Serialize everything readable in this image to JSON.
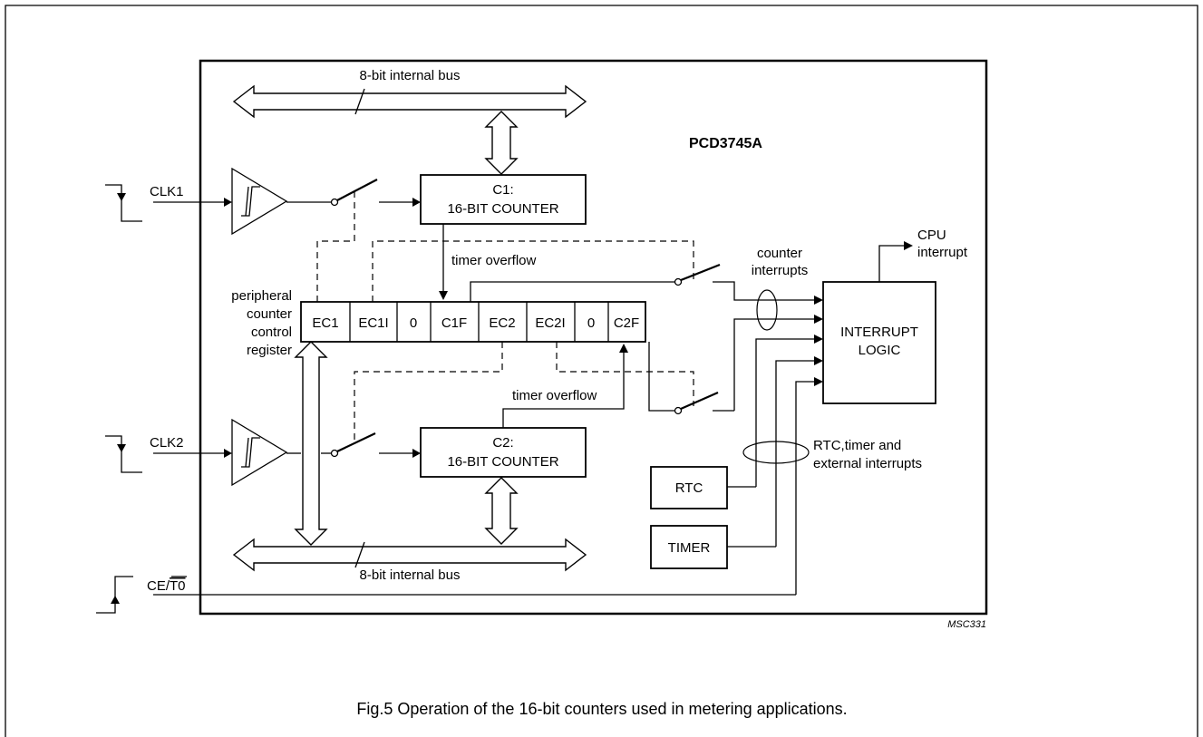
{
  "diagram": {
    "chip_name": "PCD3745A",
    "bus_top_label": "8-bit internal bus",
    "bus_bottom_label": "8-bit internal bus",
    "clk1_label": "CLK1",
    "clk2_label": "CLK2",
    "ce_label_prefix": "CE/",
    "ce_label_overbar": "T0",
    "c1_line1": "C1:",
    "c1_line2": "16-BIT COUNTER",
    "c2_line1": "C2:",
    "c2_line2": "16-BIT COUNTER",
    "timer_overflow_1": "timer overflow",
    "timer_overflow_2": "timer overflow",
    "register_label": [
      "peripheral",
      "counter",
      "control",
      "register"
    ],
    "register_cells": [
      "EC1",
      "EC1I",
      "0",
      "C1F",
      "EC2",
      "EC2I",
      "0",
      "C2F"
    ],
    "counter_interrupts": [
      "counter",
      "interrupts"
    ],
    "cpu_interrupt": [
      "CPU",
      "interrupt"
    ],
    "interrupt_logic": [
      "INTERRUPT",
      "LOGIC"
    ],
    "rtc_label": "RTC",
    "timer_label": "TIMER",
    "rtc_timer_ext": [
      "RTC,timer and",
      "external interrupts"
    ],
    "figure_id": "MSC331"
  },
  "caption": "Fig.5  Operation of the 16-bit counters used in metering applications."
}
